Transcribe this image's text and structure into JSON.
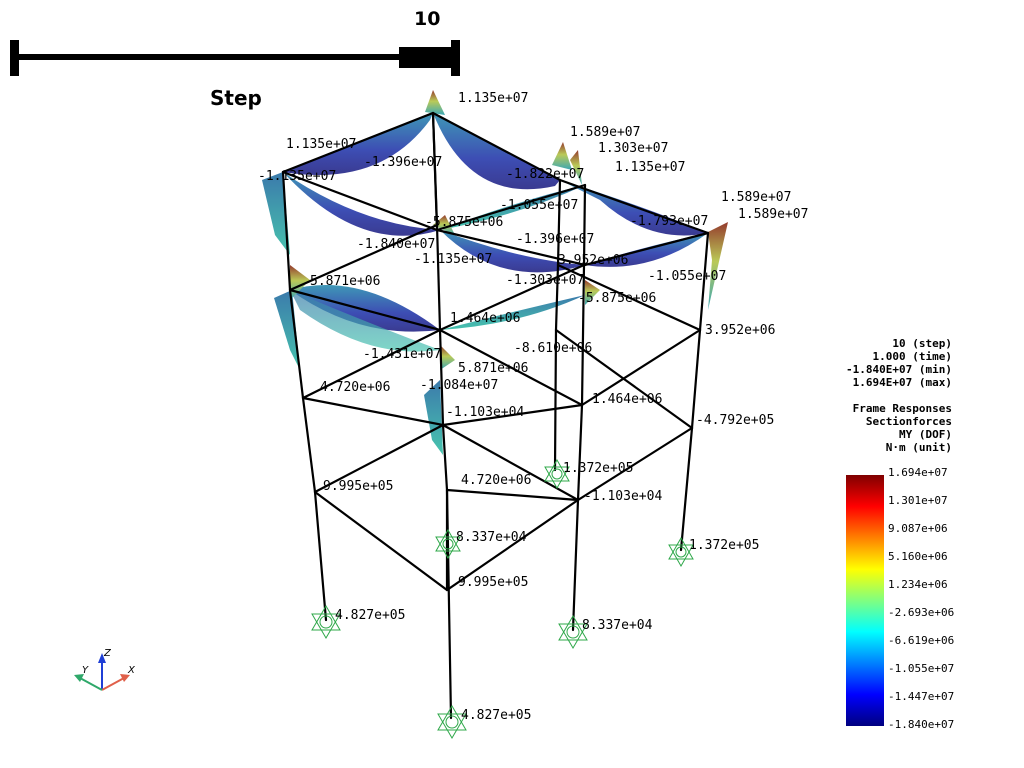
{
  "slider": {
    "label": "Step",
    "value": "10",
    "accent": "#000000"
  },
  "info": {
    "step": "10 (step)",
    "time": "1.000 (time)",
    "min": "-1.840E+07 (min)",
    "max": "1.694E+07 (max)",
    "result_type": "Frame Responses",
    "result_name": "Sectionforces",
    "dof": "MY (DOF)",
    "unit": "N·m (unit)"
  },
  "colorbar": {
    "ticks": [
      "1.694e+07",
      "1.301e+07",
      "9.087e+06",
      "5.160e+06",
      "1.234e+06",
      "-2.693e+06",
      "-6.619e+06",
      "-1.055e+07",
      "-1.447e+07",
      "-1.840e+07"
    ],
    "colors": [
      "#7f0000",
      "#ff0000",
      "#ff8000",
      "#ffff00",
      "#80ff80",
      "#00ffff",
      "#0080ff",
      "#0000ff",
      "#00007f"
    ]
  },
  "axes_triad": {
    "x": "X",
    "y": "Y",
    "z": "Z",
    "x_color": "#e0604a",
    "y_color": "#2fa86a",
    "z_color": "#1f3fd6"
  },
  "annotations": [
    "1.135e+07",
    "1.135e+07",
    "-1.396e+07",
    "-1.135e+07",
    "1.589e+07",
    "1.303e+07",
    "1.135e+07",
    "-1.822e+07",
    "1.589e+07",
    "1.589e+07",
    "-1.055e+07",
    "-1.793e+07",
    "-5.875e+06",
    "-1.840e+07",
    "-1.396e+07",
    "-1.135e+07",
    "3.952e+06",
    "5.871e+06",
    "-1.303e+07",
    "-1.055e+07",
    "-5.875e+06",
    "1.464e+06",
    "3.952e+06",
    "-1.431e+07",
    "-8.610e+06",
    "5.871e+06",
    "4.720e+06",
    "-1.084e+07",
    "1.464e+06",
    "-1.103e+04",
    "-4.792e+05",
    "1.372e+05",
    "9.995e+05",
    "4.720e+06",
    "-1.103e+04",
    "8.337e+04",
    "1.372e+05",
    "9.995e+05",
    "4.827e+05",
    "8.337e+04",
    "4.827e+05"
  ]
}
